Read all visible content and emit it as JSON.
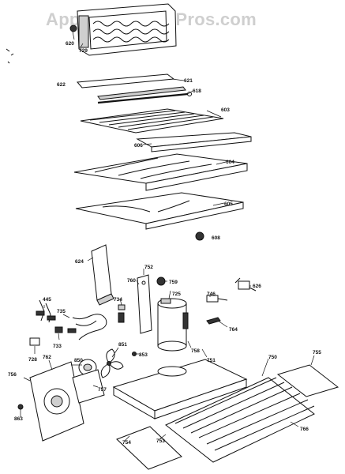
{
  "watermark": "AppliancePartsPros.com",
  "parts": [
    {
      "id": "p620",
      "label": "620"
    },
    {
      "id": "p729",
      "label": "729"
    },
    {
      "id": "p622",
      "label": "622"
    },
    {
      "id": "p621",
      "label": "621"
    },
    {
      "id": "p618",
      "label": "618"
    },
    {
      "id": "p603",
      "label": "603"
    },
    {
      "id": "p606",
      "label": "606"
    },
    {
      "id": "p604",
      "label": "604"
    },
    {
      "id": "p605",
      "label": "605"
    },
    {
      "id": "p608",
      "label": "608"
    },
    {
      "id": "p624",
      "label": "624"
    },
    {
      "id": "p752",
      "label": "752"
    },
    {
      "id": "p760",
      "label": "760"
    },
    {
      "id": "p759",
      "label": "759"
    },
    {
      "id": "p626",
      "label": "626"
    },
    {
      "id": "p445",
      "label": "445"
    },
    {
      "id": "p735",
      "label": "735"
    },
    {
      "id": "p734",
      "label": "734"
    },
    {
      "id": "p725",
      "label": "725"
    },
    {
      "id": "p746",
      "label": "746"
    },
    {
      "id": "p764",
      "label": "764"
    },
    {
      "id": "p733",
      "label": "733"
    },
    {
      "id": "p728",
      "label": "728"
    },
    {
      "id": "p851",
      "label": "851"
    },
    {
      "id": "p853",
      "label": "853"
    },
    {
      "id": "p758",
      "label": "758"
    },
    {
      "id": "p751",
      "label": "751"
    },
    {
      "id": "p755",
      "label": "755"
    },
    {
      "id": "p750",
      "label": "750"
    },
    {
      "id": "p756",
      "label": "756"
    },
    {
      "id": "p762",
      "label": "762"
    },
    {
      "id": "p850",
      "label": "850"
    },
    {
      "id": "p757",
      "label": "757"
    },
    {
      "id": "p863",
      "label": "863"
    },
    {
      "id": "p754",
      "label": "754"
    },
    {
      "id": "p753",
      "label": "753"
    },
    {
      "id": "p766",
      "label": "766"
    }
  ]
}
